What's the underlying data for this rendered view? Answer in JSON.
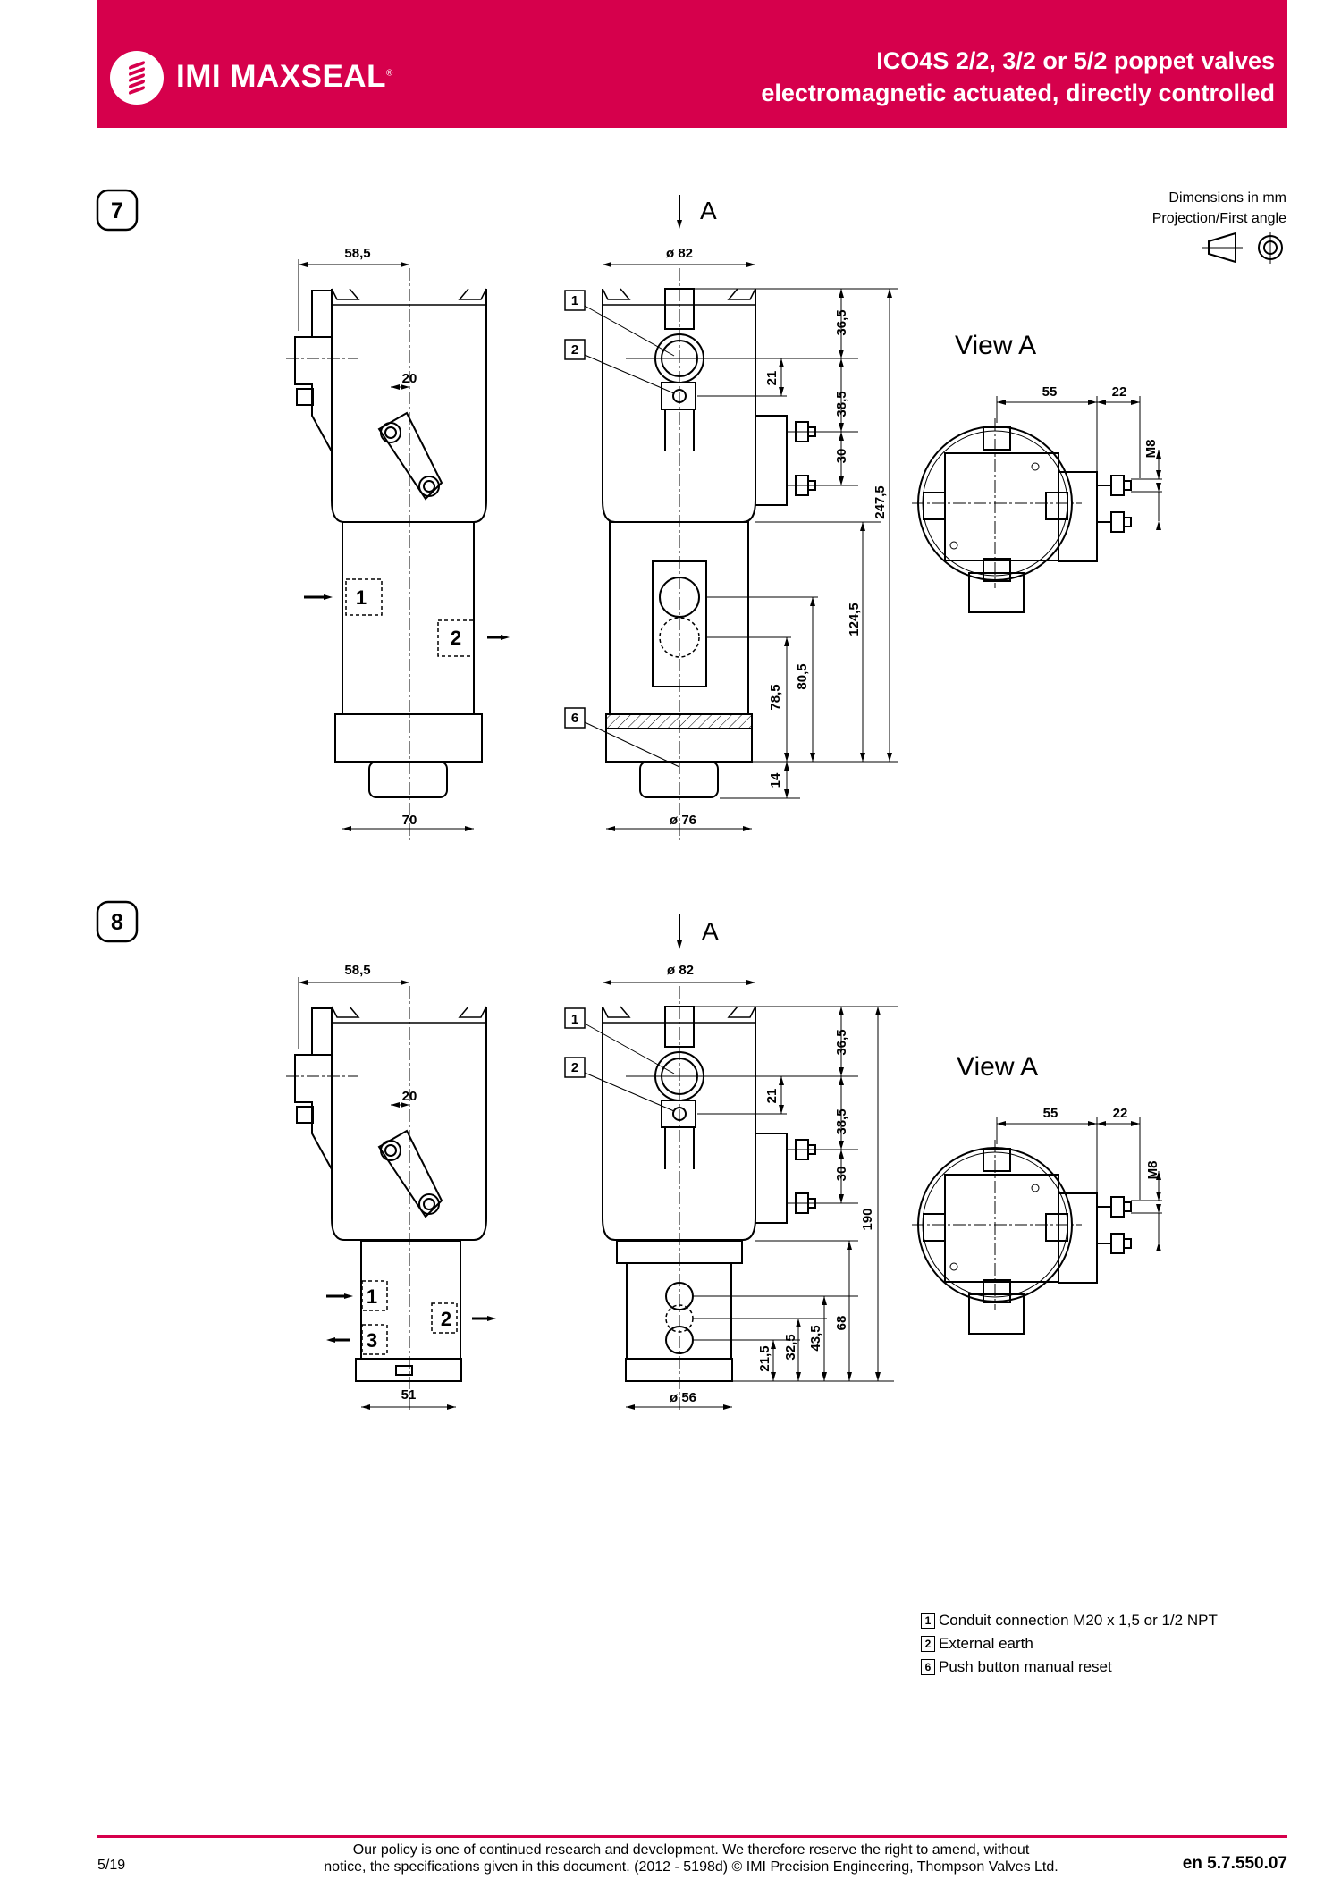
{
  "header": {
    "brand": "IMI MAXSEAL",
    "registered": "®",
    "title_line1": "ICO4S 2/2, 3/2 or 5/2 poppet valves",
    "title_line2": "electromagnetic actuated, directly controlled",
    "brand_color": "#d6004c"
  },
  "notes": {
    "dimensions": "Dimensions in mm",
    "projection": "Projection/First angle"
  },
  "sections": [
    {
      "number": "7",
      "view_arrow": "A",
      "view_title": "View A",
      "callouts": [
        "1",
        "2",
        "6"
      ],
      "ports": [
        "1",
        "2"
      ],
      "dims": {
        "side_offset": "58,5",
        "side_bolt": "20",
        "side_width": "70",
        "diameter_top": "ø 82",
        "diameter_bottom": "ø 76",
        "d36": "36,5",
        "d21": "21",
        "d38": "38,5",
        "d30": "30",
        "total": "247,5",
        "lower": "124,5",
        "d80": "80,5",
        "d78": "78,5",
        "d14": "14",
        "view_55": "55",
        "view_22": "22",
        "view_m8": "M8"
      }
    },
    {
      "number": "8",
      "view_arrow": "A",
      "view_title": "View A",
      "callouts": [
        "1",
        "2"
      ],
      "ports": [
        "1",
        "2",
        "3"
      ],
      "dims": {
        "side_offset": "58,5",
        "side_bolt": "20",
        "side_width": "51",
        "diameter_top": "ø 82",
        "diameter_bottom": "ø 56",
        "d36": "36,5",
        "d21": "21",
        "d38": "38,5",
        "d30": "30",
        "total": "190",
        "d68": "68",
        "d43": "43,5",
        "d32": "32,5",
        "d21b": "21,5",
        "view_55": "55",
        "view_22": "22",
        "view_m8": "M8"
      }
    }
  ],
  "legend": [
    {
      "num": "1",
      "text": "Conduit connection M20 x 1,5 or 1/2 NPT"
    },
    {
      "num": "2",
      "text": "External earth"
    },
    {
      "num": "6",
      "text": "Push button manual reset"
    }
  ],
  "footer": {
    "page": "5/19",
    "disclaimer_line1": "Our policy is one of continued research and development. We therefore reserve the right to amend, without",
    "disclaimer_line2": "notice, the specifications given in this document. (2012 - 5198d) © IMI Precision Engineering, Thompson Valves Ltd.",
    "doc_number": "en 5.7.550.07"
  }
}
